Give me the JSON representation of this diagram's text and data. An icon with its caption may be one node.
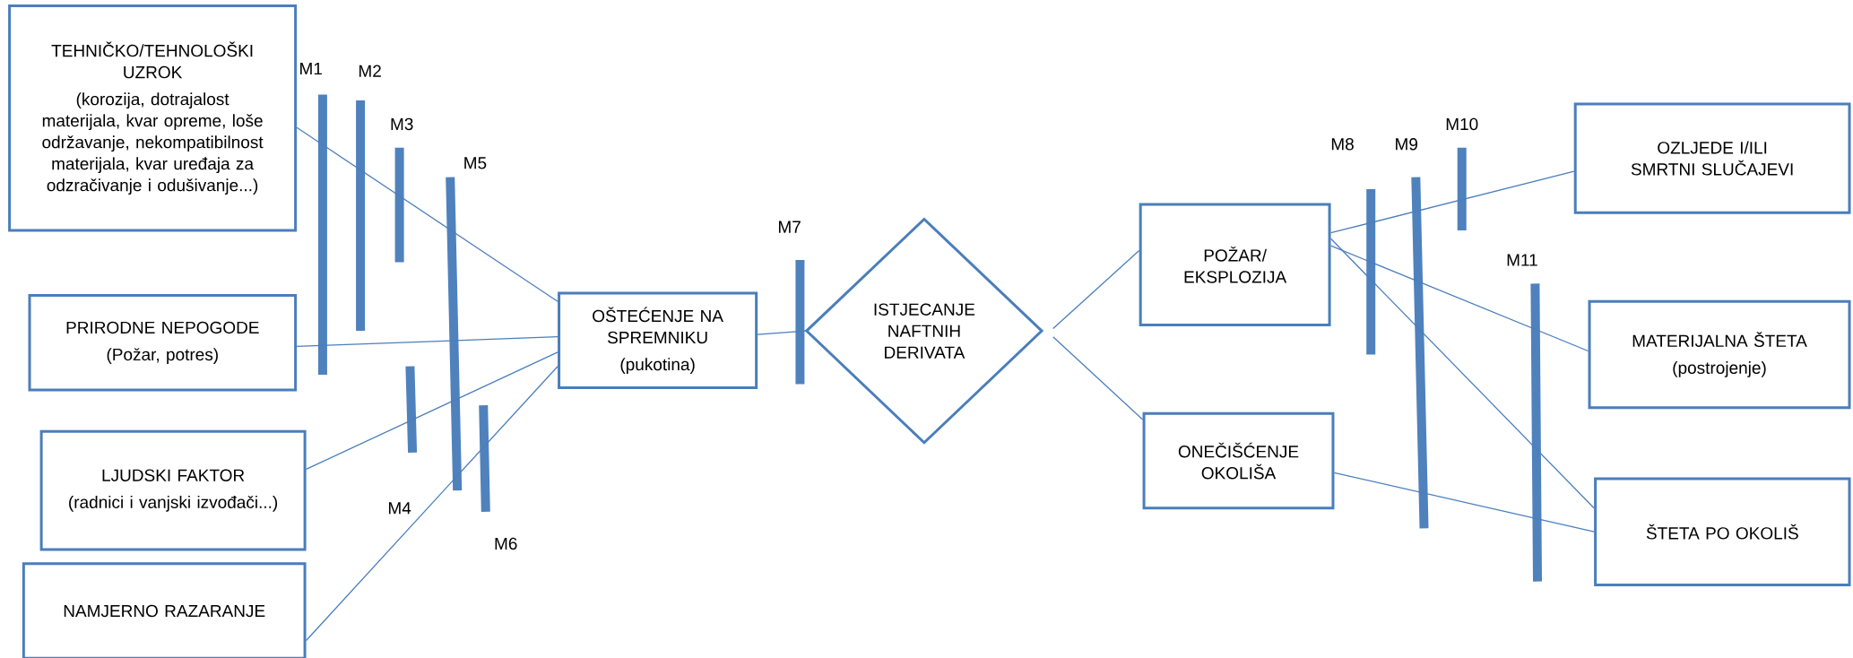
{
  "diagram": {
    "nodes": [
      {
        "text": [
          "TEHNIČKO/TEHNOLOŠKI UZROK",
          "(korozija, dotrajalost materijala, kvar opreme, loše održavanje, nekompatibilnost materijala, kvar uređaja za odzračivanje i odušivanje...)"
        ]
      },
      {
        "text": [
          "PRIRODNE NEPOGODE",
          "(Požar, potres)"
        ]
      },
      {
        "text": [
          "LJUDSKI FAKTOR",
          "(radnici i vanjski izvođači...)"
        ]
      },
      {
        "text": [
          "NAMJERNO RAZARANJE"
        ]
      },
      {
        "text": [
          "OŠTEĆENJE NA SPREMNIKU",
          "(pukotina)"
        ]
      },
      {
        "text": [
          "ISTJECANJE NAFTNIH DERIVATA"
        ]
      },
      {
        "text": [
          "POŽAR/ EKSPLOZIJA"
        ]
      },
      {
        "text": [
          "ONEČIŠĆENJE OKOLIŠA"
        ]
      },
      {
        "text": [
          "OZLJEDE I/ILI SMRTNI SLUČAJEVI"
        ]
      },
      {
        "text": [
          "MATERIJALNA ŠTETA",
          "(postrojenje)"
        ]
      },
      {
        "text": [
          "ŠTETA PO OKOLIŠ"
        ]
      }
    ],
    "edges": [
      {
        "from": 0,
        "to": 4,
        "arrow": "none"
      },
      {
        "from": 1,
        "to": 4,
        "arrow": "none"
      },
      {
        "from": 2,
        "to": 4,
        "arrow": "none"
      },
      {
        "from": 3,
        "to": 4,
        "arrow": "none"
      },
      {
        "from": 4,
        "to": 5,
        "arrow": "none"
      },
      {
        "from": 5,
        "to": 6,
        "arrow": "none"
      },
      {
        "from": 5,
        "to": 7,
        "arrow": "none"
      },
      {
        "from": 6,
        "to": 8,
        "arrow": "none"
      },
      {
        "from": 6,
        "to": 9,
        "arrow": "none"
      },
      {
        "from": 6,
        "to": 10,
        "arrow": "none"
      },
      {
        "from": 7,
        "to": 10,
        "arrow": "none"
      }
    ],
    "labels": [
      "M1",
      "M2",
      "M3",
      "M4",
      "M5",
      "M6",
      "M7",
      "M8",
      "M9",
      "M10",
      "M11"
    ]
  }
}
